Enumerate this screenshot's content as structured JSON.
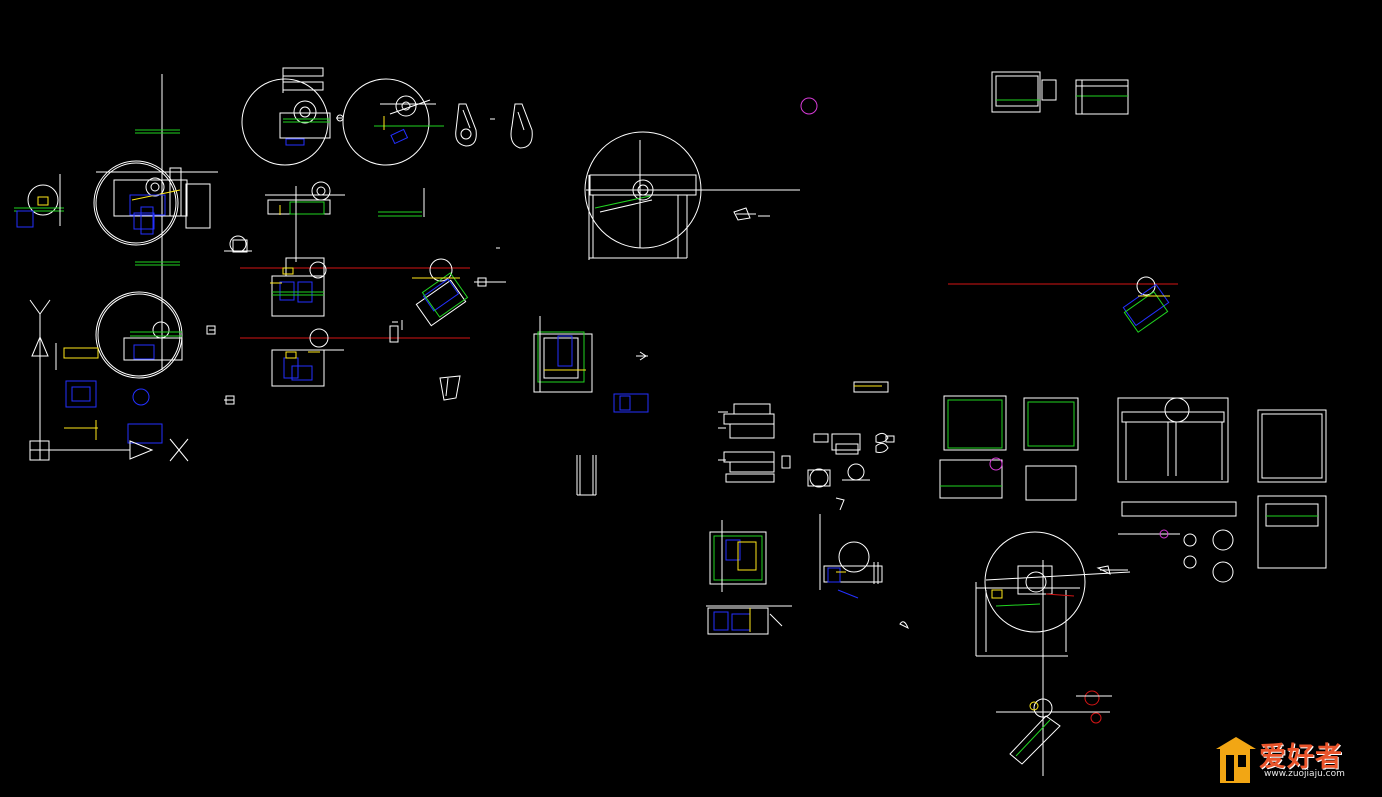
{
  "colors": {
    "background": "#000000",
    "line": "#ffffff",
    "green": "#21d421",
    "blue": "#2330ff",
    "yellow": "#ffe81a",
    "red": "#d41515",
    "magenta": "#d63ad6",
    "logo_orange": "#e8542b",
    "logo_gold": "#f2a614"
  },
  "ucs": {
    "x_label": "X",
    "y_label": "Y"
  },
  "watermark": {
    "brand": "爱好者",
    "url": "www.zuojiaju.com",
    "icon": "wood-cabinet-icon"
  }
}
